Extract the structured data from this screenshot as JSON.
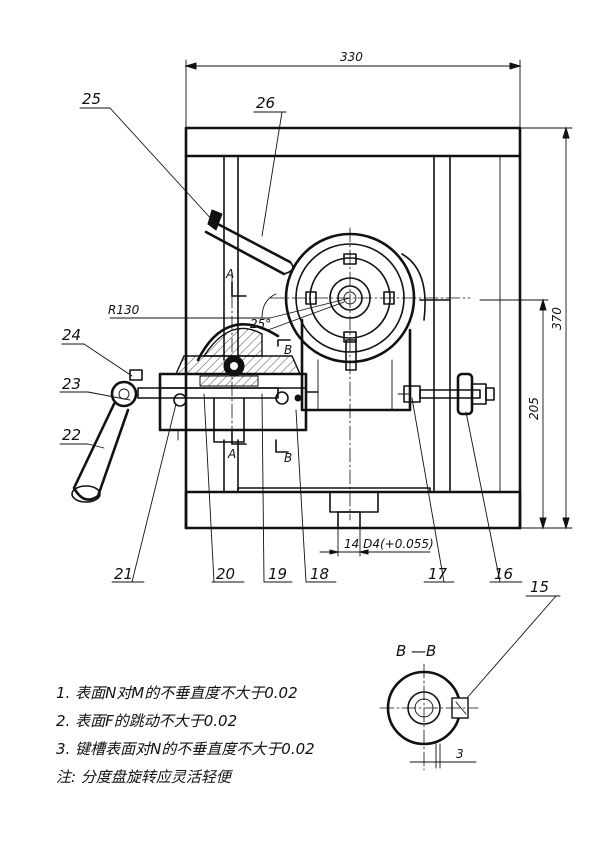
{
  "dimensions": {
    "width": "330",
    "height": "370",
    "center_height": "205",
    "radius": "R130",
    "angle": "25°",
    "keyway": "14 D4(+0.055)",
    "offset": "3"
  },
  "section_labels": {
    "a_top": "A",
    "a_bottom": "A",
    "b_top": "B",
    "b_bottom": "B",
    "section_view": "B —B"
  },
  "part_numbers": [
    "25",
    "26",
    "24",
    "23",
    "22",
    "21",
    "20",
    "19",
    "18",
    "17",
    "16",
    "15"
  ],
  "notes": [
    "1. 表面N对M的不垂直度不大于0.02",
    "2. 表面F的跳动不大于0.02",
    "3. 键槽表面对N的不垂直度不大于0.02",
    "注:  分度盘旋转应灵活轻便"
  ]
}
